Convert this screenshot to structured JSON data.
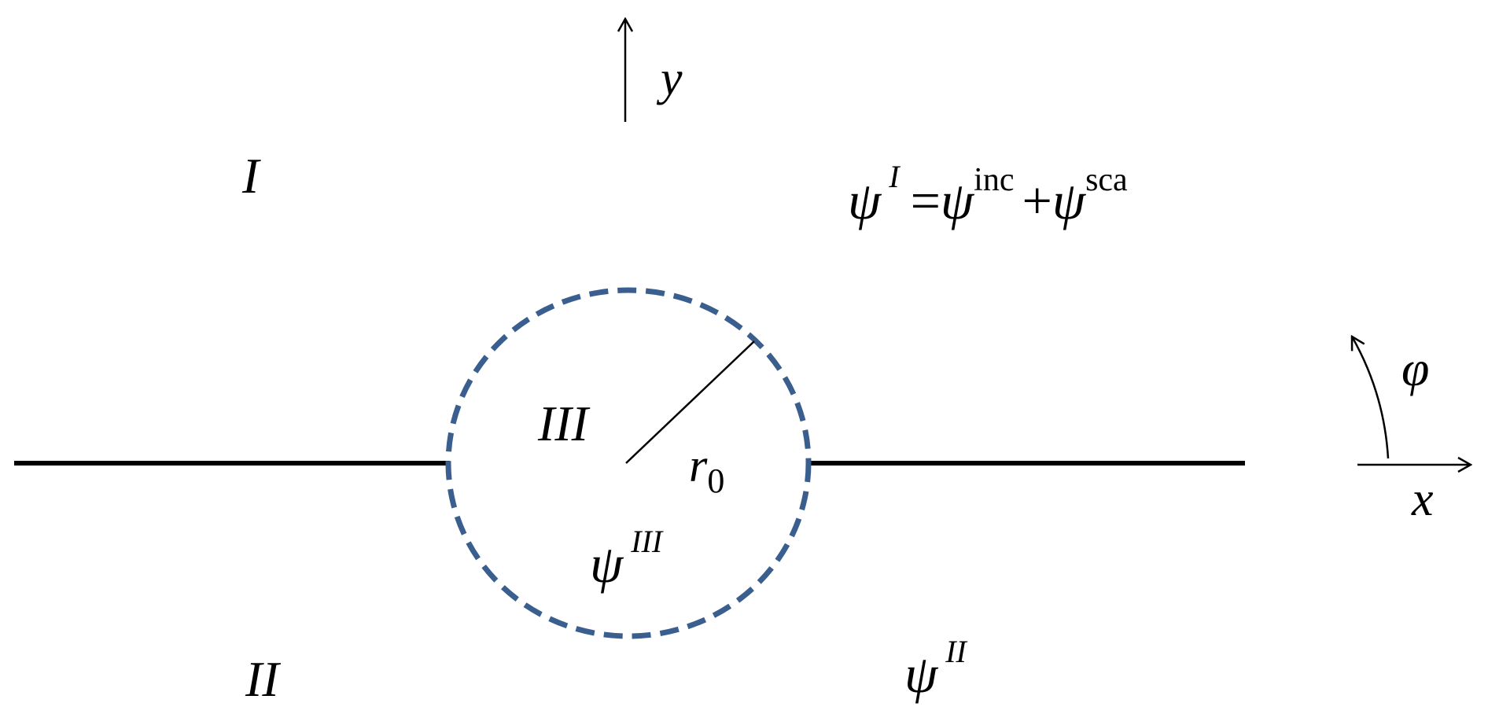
{
  "colors": {
    "circle": "#3a5f8f",
    "ink": "#000000"
  },
  "labels": {
    "y_axis": "y",
    "x_axis": "x",
    "phi": "φ",
    "region_1": "I",
    "region_2": "II",
    "region_3": "III",
    "radius": "r",
    "radius_sub": "0"
  },
  "equations": {
    "psi": "ψ",
    "psi_1_sup": "I",
    "equals": "=",
    "inc_sup": "inc",
    "plus": "+",
    "sca_sup": "sca",
    "psi_3_sup": "III",
    "psi_2_sup": "II"
  }
}
